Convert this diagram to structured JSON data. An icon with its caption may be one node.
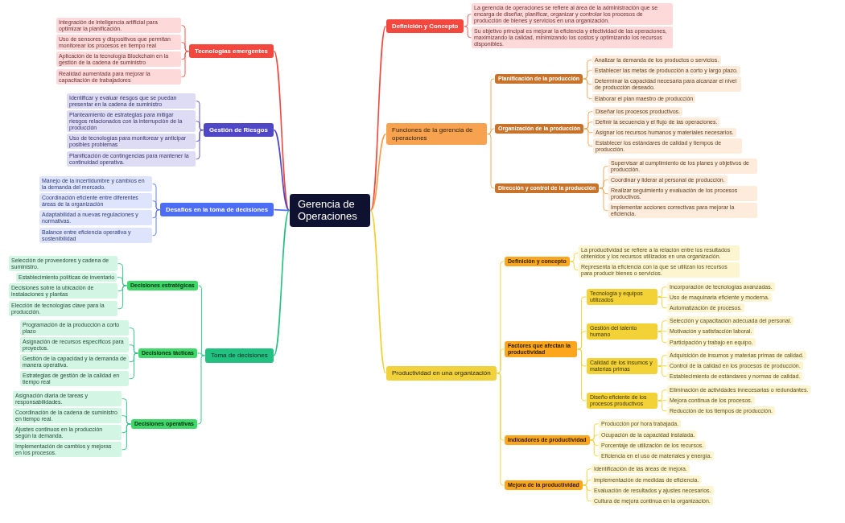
{
  "diagram": {
    "nodes": [
      {
        "text": [
          "Gerencia de Operaciones"
        ]
      },
      {
        "text": [
          "Definición y Concepto"
        ]
      },
      {
        "text": [
          "La gerencia de operaciones se refiere al área de la administración que se encarga de diseñar, planificar, organizar y controlar los procesos de producción de bienes y servicios en una organización."
        ]
      },
      {
        "text": [
          "Su objetivo principal es mejorar la eficiencia y efectividad de las operaciones, maximizando la calidad, minimizando los costos y optimizando los recursos disponibles."
        ]
      },
      {
        "text": [
          "Funciones de la gerencia de operaciones"
        ]
      },
      {
        "text": [
          "Planificación de la producción"
        ]
      },
      {
        "text": [
          "Analizar la demanda de los productos o servicios."
        ]
      },
      {
        "text": [
          "Establecer las metas de producción a corto y largo plazo."
        ]
      },
      {
        "text": [
          "Determinar la capacidad necesaria para alcanzar el nivel de producción deseado."
        ]
      },
      {
        "text": [
          "Elaborar el plan maestro de producción"
        ]
      },
      {
        "text": [
          "Organización de la producción"
        ]
      },
      {
        "text": [
          "Diseñar los procesos productivos."
        ]
      },
      {
        "text": [
          "Definir la secuencia y el flujo de las operaciones."
        ]
      },
      {
        "text": [
          "Asignar los recursos humanos y materiales necesarios."
        ]
      },
      {
        "text": [
          "Establecer los estándares de calidad y tiempos de producción."
        ]
      },
      {
        "text": [
          "Dirección y control de la producción"
        ]
      },
      {
        "text": [
          "Supervisar al cumplimiento de los planes y objetivos de producción."
        ]
      },
      {
        "text": [
          "Coordinar y liderar al personal de producción."
        ]
      },
      {
        "text": [
          "Realizar seguimiento y evaluación de los procesos productivos."
        ]
      },
      {
        "text": [
          "Implementar acciones correctivas para mejorar la eficiencia."
        ]
      },
      {
        "text": [
          "Productividad en una organización"
        ]
      },
      {
        "text": [
          "Definición y concepto"
        ]
      },
      {
        "text": [
          "La productividad se refiere a la relación entre los resultados obtenidos y los recursos utilizados en una organización."
        ]
      },
      {
        "text": [
          "Representa la eficiencia con la que se utilizan los recursos para producir bienes o servicios."
        ]
      },
      {
        "text": [
          "Factores que afectan la productividad"
        ]
      },
      {
        "text": [
          "Tecnología y equipos utilizados"
        ]
      },
      {
        "text": [
          "Incorporación de tecnologías avanzadas."
        ]
      },
      {
        "text": [
          "Uso de maquinaria eficiente y moderna."
        ]
      },
      {
        "text": [
          "Automatización de procesos."
        ]
      },
      {
        "text": [
          "Gestión del talento humano"
        ]
      },
      {
        "text": [
          "Selección y capacitación adecuada del personal."
        ]
      },
      {
        "text": [
          "Motivación y satisfacción laboral."
        ]
      },
      {
        "text": [
          "Participación y trabajo en equipo."
        ]
      },
      {
        "text": [
          "Calidad de los insumos y materias primas"
        ]
      },
      {
        "text": [
          "Adquisición de insumos y materias primas de calidad."
        ]
      },
      {
        "text": [
          "Control de la calidad en los procesos de producción."
        ]
      },
      {
        "text": [
          "Establecimiento de estándares y normas de calidad."
        ]
      },
      {
        "text": [
          "Diseño eficiente de los procesos productivos"
        ]
      },
      {
        "text": [
          "Eliminación de actividades innecesarias o redundantes."
        ]
      },
      {
        "text": [
          "Mejora continua de los procesos."
        ]
      },
      {
        "text": [
          "Reducción de los tiempos de producción."
        ]
      },
      {
        "text": [
          "Indicadores de productividad"
        ]
      },
      {
        "text": [
          "Producción por hora trabajada."
        ]
      },
      {
        "text": [
          "Ocupación de la capacidad instalada."
        ]
      },
      {
        "text": [
          "Porcentaje de utilización de los recursos."
        ]
      },
      {
        "text": [
          "Eficiencia en el uso de materiales y energía."
        ]
      },
      {
        "text": [
          "Mejora de la productividad"
        ]
      },
      {
        "text": [
          "Identificación de las áreas de mejora."
        ]
      },
      {
        "text": [
          "Implementación de medidas de eficiencia."
        ]
      },
      {
        "text": [
          "Evaluación de resultados y ajustes necesarios."
        ]
      },
      {
        "text": [
          "Cultura de mejora continua en la organización."
        ]
      },
      {
        "text": [
          "Tecnologías emergentes"
        ]
      },
      {
        "text": [
          "Integración de inteligencia artificial para optimizar la planificación."
        ]
      },
      {
        "text": [
          "Uso de sensores y dispositivos que permitan monitorear los procesos en tiempo real"
        ]
      },
      {
        "text": [
          "Aplicación de la tecnología Blockchain en la gestión de la cadena de suministro"
        ]
      },
      {
        "text": [
          "Realidad aumentada para mejorar la capacitación de trabajadores"
        ]
      },
      {
        "text": [
          "Gestión de Riesgos"
        ]
      },
      {
        "text": [
          "Identificar y evaluar riesgos que se puedan presentar en la cadena de suministro"
        ]
      },
      {
        "text": [
          "Planteamiento de estrategias para mitigar riesgos relacionados con la interrupción de la producción"
        ]
      },
      {
        "text": [
          "Uso de tecnologías para monitorear y anticipar posibles problemas"
        ]
      },
      {
        "text": [
          "Planificación de contingencias para mantener la continuidad operativa."
        ]
      },
      {
        "text": [
          "Desafíos en la toma de decisiones"
        ]
      },
      {
        "text": [
          "Manejo de la incertidumbre y cambios en la demanda del mercado."
        ]
      },
      {
        "text": [
          "Coordinación eficiente entre diferentes áreas de la organización"
        ]
      },
      {
        "text": [
          "Adaptabilidad a nuevas regulaciones y normativas."
        ]
      },
      {
        "text": [
          "Balance entre eficiencia operativa y sostenibilidad"
        ]
      },
      {
        "text": [
          "Toma de decisiones"
        ]
      },
      {
        "text": [
          "Decisiones estratégicas"
        ]
      },
      {
        "text": [
          "Selección de proveedores y cadena de suministro."
        ]
      },
      {
        "text": [
          "Establecimiento políticas de inventario"
        ]
      },
      {
        "text": [
          "Decisiones sobre la ubicación de instalaciones y plantas"
        ]
      },
      {
        "text": [
          "Elección de tecnologías clave para la producción."
        ]
      },
      {
        "text": [
          "Decisiones tácticas"
        ]
      },
      {
        "text": [
          "Programación de la producción a corto plazo"
        ]
      },
      {
        "text": [
          "Asignación de recursos específicos para proyectos."
        ]
      },
      {
        "text": [
          "Gestión de la capacidad y la demanda de manera operativa."
        ]
      },
      {
        "text": [
          "Estrategias de gestión de la calidad en tiempo real"
        ]
      },
      {
        "text": [
          "Decisiones operativas"
        ]
      },
      {
        "text": [
          "Asignación diaria de tareas y responsabilidades."
        ]
      },
      {
        "text": [
          "Coordinación de la cadena de suministro en tiempo real."
        ]
      },
      {
        "text": [
          "Ajustes continuos en la producción según la demanda."
        ]
      },
      {
        "text": [
          "Implementación de cambios y mejoras en los procesos."
        ]
      }
    ],
    "edges": [
      {
        "from": 0,
        "to": 1,
        "arrow": "none",
        "color": "#f0483e"
      },
      {
        "from": 1,
        "to": 2,
        "arrow": "none",
        "color": "#f0483e"
      },
      {
        "from": 1,
        "to": 3,
        "arrow": "none",
        "color": "#f0483e"
      },
      {
        "from": 0,
        "to": 4,
        "arrow": "none",
        "color": "#f5a14c"
      },
      {
        "from": 4,
        "to": 5,
        "arrow": "none",
        "color": "#f5a14c"
      },
      {
        "from": 5,
        "to": 6,
        "arrow": "none",
        "color": "#f5a14c"
      },
      {
        "from": 5,
        "to": 7,
        "arrow": "none",
        "color": "#f5a14c"
      },
      {
        "from": 5,
        "to": 8,
        "arrow": "none",
        "color": "#f5a14c"
      },
      {
        "from": 5,
        "to": 9,
        "arrow": "none",
        "color": "#f5a14c"
      },
      {
        "from": 4,
        "to": 10,
        "arrow": "none",
        "color": "#f5a14c"
      },
      {
        "from": 10,
        "to": 11,
        "arrow": "none",
        "color": "#f5a14c"
      },
      {
        "from": 10,
        "to": 12,
        "arrow": "none",
        "color": "#f5a14c"
      },
      {
        "from": 10,
        "to": 13,
        "arrow": "none",
        "color": "#f5a14c"
      },
      {
        "from": 10,
        "to": 14,
        "arrow": "none",
        "color": "#f5a14c"
      },
      {
        "from": 4,
        "to": 15,
        "arrow": "none",
        "color": "#f5a14c"
      },
      {
        "from": 15,
        "to": 16,
        "arrow": "none",
        "color": "#f5a14c"
      },
      {
        "from": 15,
        "to": 17,
        "arrow": "none",
        "color": "#f5a14c"
      },
      {
        "from": 15,
        "to": 18,
        "arrow": "none",
        "color": "#f5a14c"
      },
      {
        "from": 15,
        "to": 19,
        "arrow": "none",
        "color": "#f5a14c"
      },
      {
        "from": 0,
        "to": 20,
        "arrow": "none"
      },
      {
        "from": 20,
        "to": 21,
        "arrow": "none"
      },
      {
        "from": 21,
        "to": 22,
        "arrow": "none"
      },
      {
        "from": 21,
        "to": 23,
        "arrow": "none"
      },
      {
        "from": 20,
        "to": 24,
        "arrow": "none"
      },
      {
        "from": 24,
        "to": 25,
        "arrow": "none"
      },
      {
        "from": 25,
        "to": 26,
        "arrow": "none"
      },
      {
        "from": 25,
        "to": 27,
        "arrow": "none"
      },
      {
        "from": 25,
        "to": 28,
        "arrow": "none"
      },
      {
        "from": 24,
        "to": 29,
        "arrow": "none"
      },
      {
        "from": 29,
        "to": 30,
        "arrow": "none"
      },
      {
        "from": 29,
        "to": 31,
        "arrow": "none"
      },
      {
        "from": 29,
        "to": 32,
        "arrow": "none"
      },
      {
        "from": 24,
        "to": 33,
        "arrow": "none"
      },
      {
        "from": 33,
        "to": 34,
        "arrow": "none"
      },
      {
        "from": 33,
        "to": 35,
        "arrow": "none"
      },
      {
        "from": 33,
        "to": 36,
        "arrow": "none"
      },
      {
        "from": 24,
        "to": 37,
        "arrow": "none"
      },
      {
        "from": 37,
        "to": 38,
        "arrow": "none"
      },
      {
        "from": 37,
        "to": 39,
        "arrow": "none"
      },
      {
        "from": 37,
        "to": 40,
        "arrow": "none"
      },
      {
        "from": 20,
        "to": 41,
        "arrow": "none"
      },
      {
        "from": 41,
        "to": 42,
        "arrow": "none"
      },
      {
        "from": 41,
        "to": 43,
        "arrow": "none"
      },
      {
        "from": 41,
        "to": 44,
        "arrow": "none"
      },
      {
        "from": 41,
        "to": 45,
        "arrow": "none"
      },
      {
        "from": 20,
        "to": 46,
        "arrow": "none"
      },
      {
        "from": 46,
        "to": 47,
        "arrow": "none"
      },
      {
        "from": 46,
        "to": 48,
        "arrow": "none"
      },
      {
        "from": 46,
        "to": 49,
        "arrow": "none"
      },
      {
        "from": 46,
        "to": 50,
        "arrow": "none"
      },
      {
        "from": 0,
        "to": 51,
        "arrow": "none",
        "color": "#f0483e"
      },
      {
        "from": 51,
        "to": 52,
        "arrow": "none",
        "color": "#f0483e"
      },
      {
        "from": 51,
        "to": 53,
        "arrow": "none",
        "color": "#f0483e"
      },
      {
        "from": 51,
        "to": 54,
        "arrow": "none",
        "color": "#f0483e"
      },
      {
        "from": 51,
        "to": 55,
        "arrow": "none",
        "color": "#f0483e"
      },
      {
        "from": 0,
        "to": 56,
        "arrow": "none",
        "color": "#4e46c6"
      },
      {
        "from": 56,
        "to": 57,
        "arrow": "none",
        "color": "#4e46c6"
      },
      {
        "from": 56,
        "to": 58,
        "arrow": "none",
        "color": "#4e46c6"
      },
      {
        "from": 56,
        "to": 59,
        "arrow": "none",
        "color": "#4e46c6"
      },
      {
        "from": 56,
        "to": 60,
        "arrow": "none",
        "color": "#4e46c6"
      },
      {
        "from": 0,
        "to": 61,
        "arrow": "none",
        "color": "#4f6ef7"
      },
      {
        "from": 61,
        "to": 62,
        "arrow": "none",
        "color": "#4f6ef7"
      },
      {
        "from": 61,
        "to": 63,
        "arrow": "none",
        "color": "#4f6ef7"
      },
      {
        "from": 61,
        "to": 64,
        "arrow": "none",
        "color": "#4f6ef7"
      },
      {
        "from": 61,
        "to": 65,
        "arrow": "none",
        "color": "#4f6ef7"
      },
      {
        "from": 0,
        "to": 66,
        "arrow": "none",
        "color": "#22c07f"
      },
      {
        "from": 66,
        "to": 67,
        "arrow": "none",
        "color": "#22c07f"
      },
      {
        "from": 67,
        "to": 68,
        "arrow": "none",
        "color": "#22c07f"
      },
      {
        "from": 67,
        "to": 69,
        "arrow": "none",
        "color": "#22c07f"
      },
      {
        "from": 67,
        "to": 70,
        "arrow": "none",
        "color": "#22c07f"
      },
      {
        "from": 67,
        "to": 71,
        "arrow": "none",
        "color": "#22c07f"
      },
      {
        "from": 66,
        "to": 72,
        "arrow": "none",
        "color": "#22c07f"
      },
      {
        "from": 72,
        "to": 73,
        "arrow": "none",
        "color": "#22c07f"
      },
      {
        "from": 72,
        "to": 74,
        "arrow": "none",
        "color": "#22c07f"
      },
      {
        "from": 72,
        "to": 75,
        "arrow": "none",
        "color": "#22c07f"
      },
      {
        "from": 72,
        "to": 76,
        "arrow": "none",
        "color": "#22c07f"
      },
      {
        "from": 66,
        "to": 77,
        "arrow": "none",
        "color": "#22c07f"
      },
      {
        "from": 77,
        "to": 78,
        "arrow": "none",
        "color": "#22c07f"
      },
      {
        "from": 77,
        "to": 79,
        "arrow": "none",
        "color": "#22c07f"
      },
      {
        "from": 77,
        "to": 80,
        "arrow": "none",
        "color": "#22c07f"
      },
      {
        "from": 77,
        "to": 81,
        "arrow": "none",
        "color": "#22c07f"
      }
    ]
  }
}
